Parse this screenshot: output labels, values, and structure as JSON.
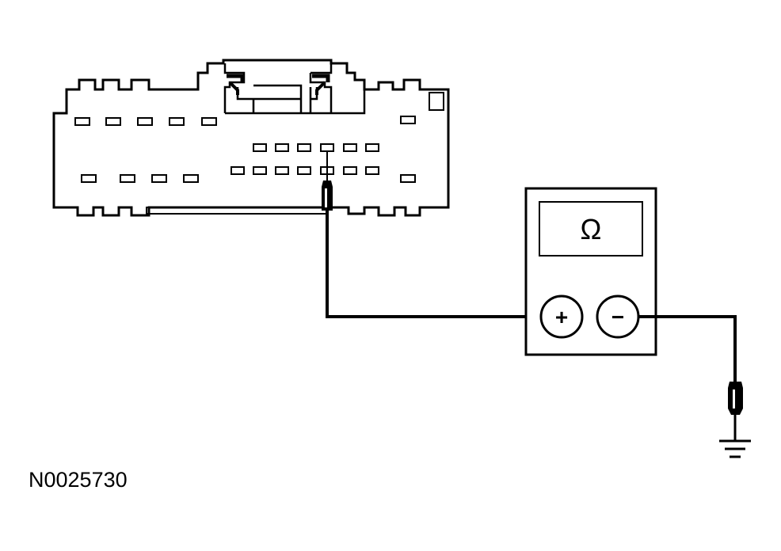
{
  "diagram": {
    "figure_id": "N0025730",
    "meter": {
      "display_symbol": "Ω",
      "positive_label": "+",
      "negative_label": "−"
    }
  },
  "colors": {
    "line": "#000000",
    "background": "#ffffff",
    "fill_light": "#ffffff"
  },
  "icons": [
    "connector",
    "multimeter",
    "probe",
    "ground-symbol"
  ]
}
